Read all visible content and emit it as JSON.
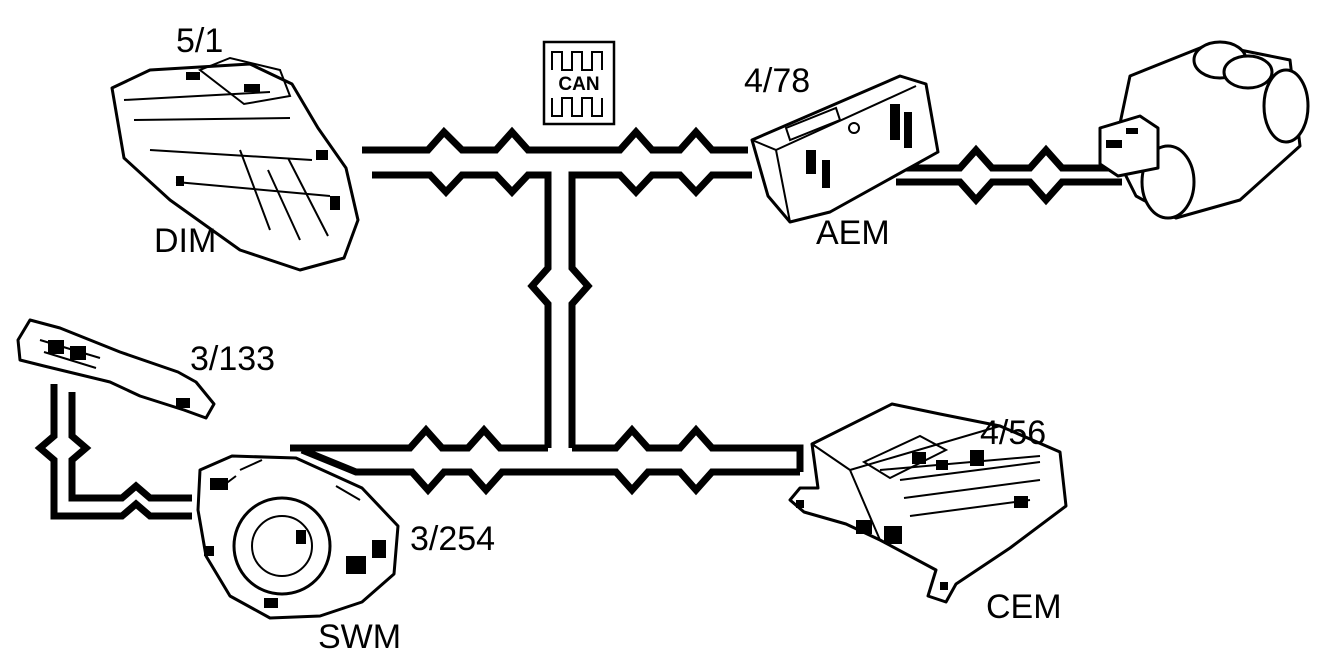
{
  "bus_symbol": {
    "label": "CAN"
  },
  "modules": [
    {
      "id": "dim",
      "name": "DIM",
      "part": "5/1"
    },
    {
      "id": "aem",
      "name": "AEM",
      "part": "4/78"
    },
    {
      "id": "swm",
      "name": "SWM",
      "part": "3/254"
    },
    {
      "id": "cem",
      "name": "CEM",
      "part": "4/56"
    }
  ],
  "components": [
    {
      "id": "stalk-switch",
      "part": "3/133"
    },
    {
      "id": "amplifier-connector",
      "part": ""
    }
  ],
  "colors": {
    "line": "#000000",
    "background": "#ffffff"
  }
}
